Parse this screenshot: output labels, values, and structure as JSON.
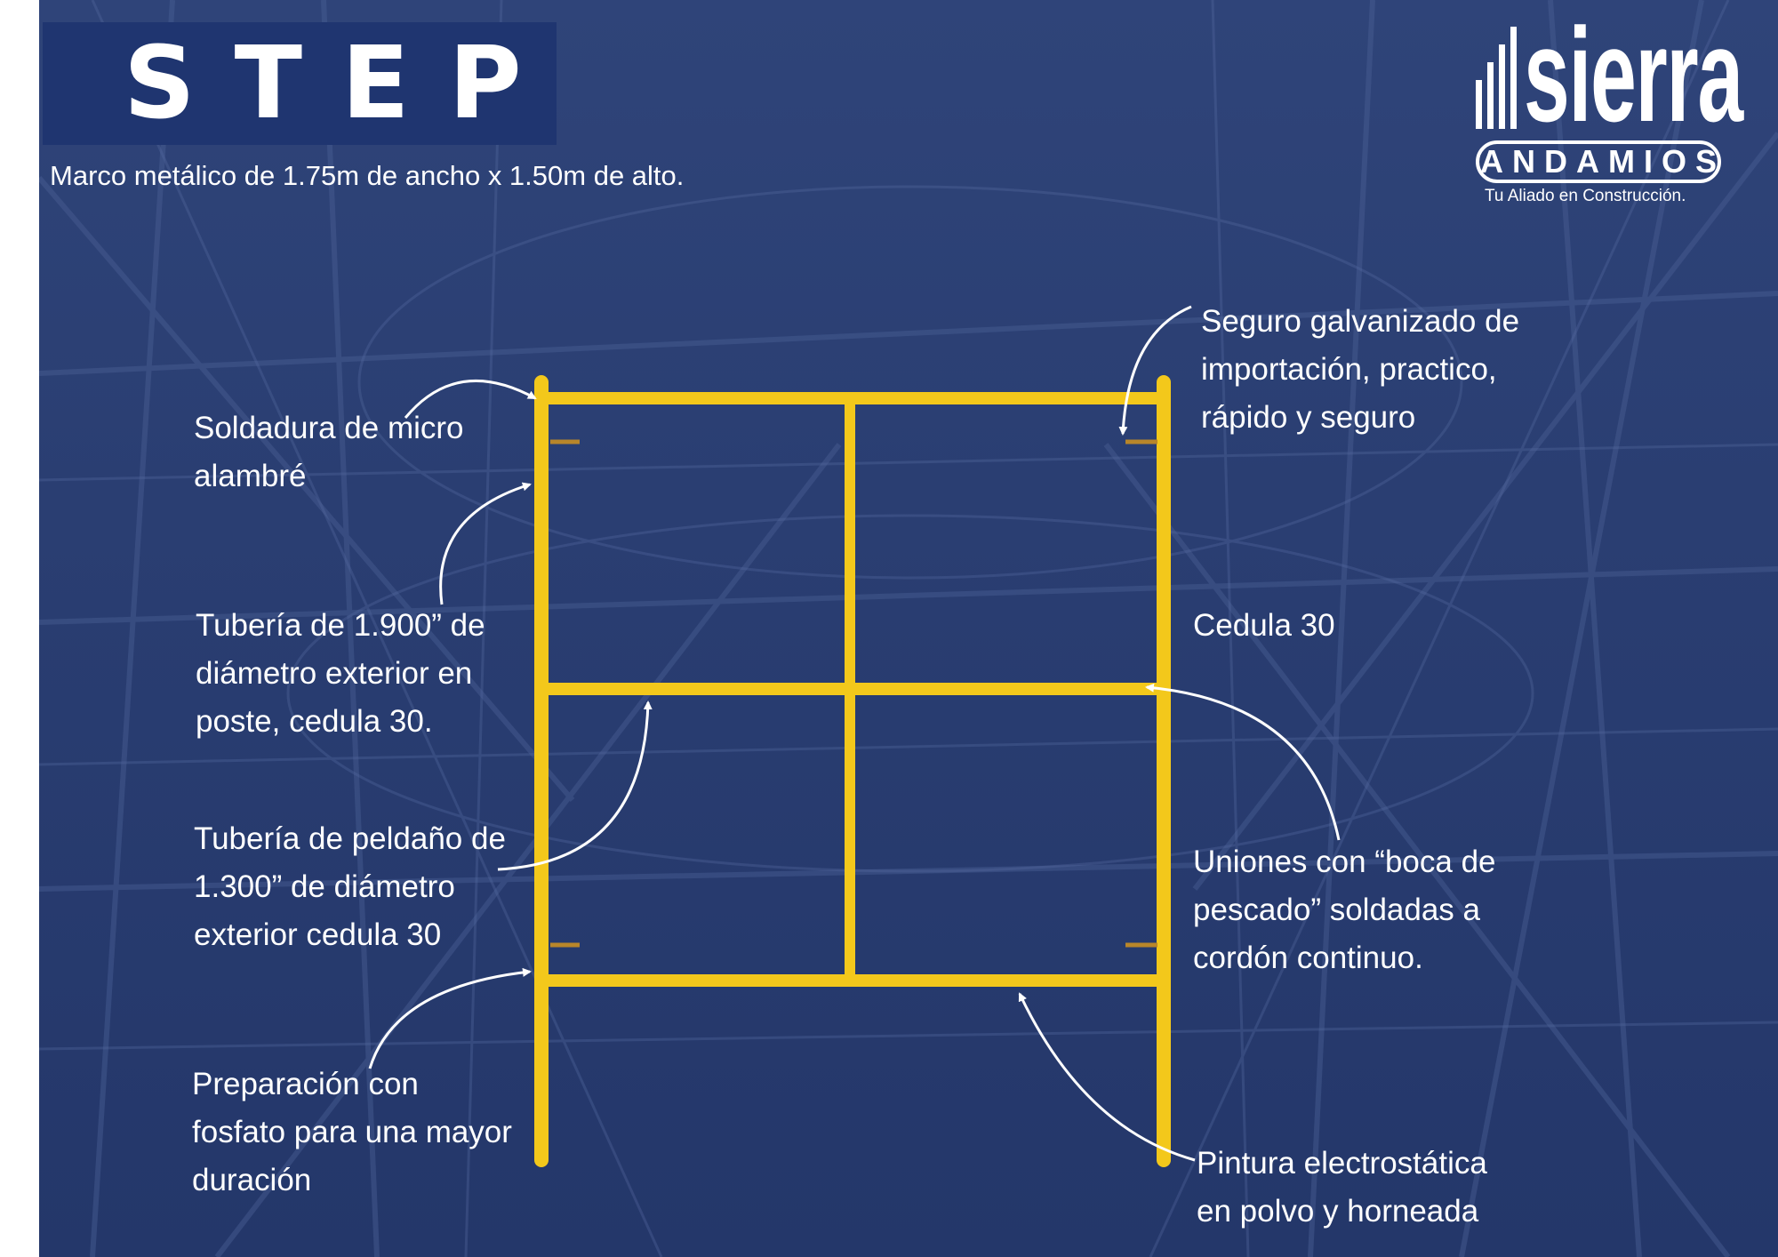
{
  "header": {
    "title": "STEP",
    "subtitle": "Marco metálico de 1.75m de ancho x 1.50m de alto."
  },
  "logo": {
    "wordmark": "sierra",
    "badge": "ANDAMIOS",
    "tagline": "Tu Aliado en Construcción."
  },
  "callouts": {
    "soldadura": "Soldadura de micro\nalambré",
    "tuberia_poste": "Tubería de 1.900” de\ndiámetro exterior en\nposte, cedula 30.",
    "tuberia_peldano": "Tubería de peldaño de\n1.300” de diámetro\nexterior cedula 30",
    "preparacion": "Preparación con\nfosfato para una mayor\nduración",
    "seguro": "Seguro galvanizado de\nimportación, practico,\nrápido y seguro",
    "cedula": "Cedula 30",
    "uniones": "Uniones con “boca de\npescado” soldadas a\ncordón continuo.",
    "pintura": "Pintura electrostática\nen polvo y horneada"
  },
  "colors": {
    "background": "#2a3e72",
    "title_box": "#1f3570",
    "frame": "#f3c81b",
    "text": "#ffffff"
  }
}
